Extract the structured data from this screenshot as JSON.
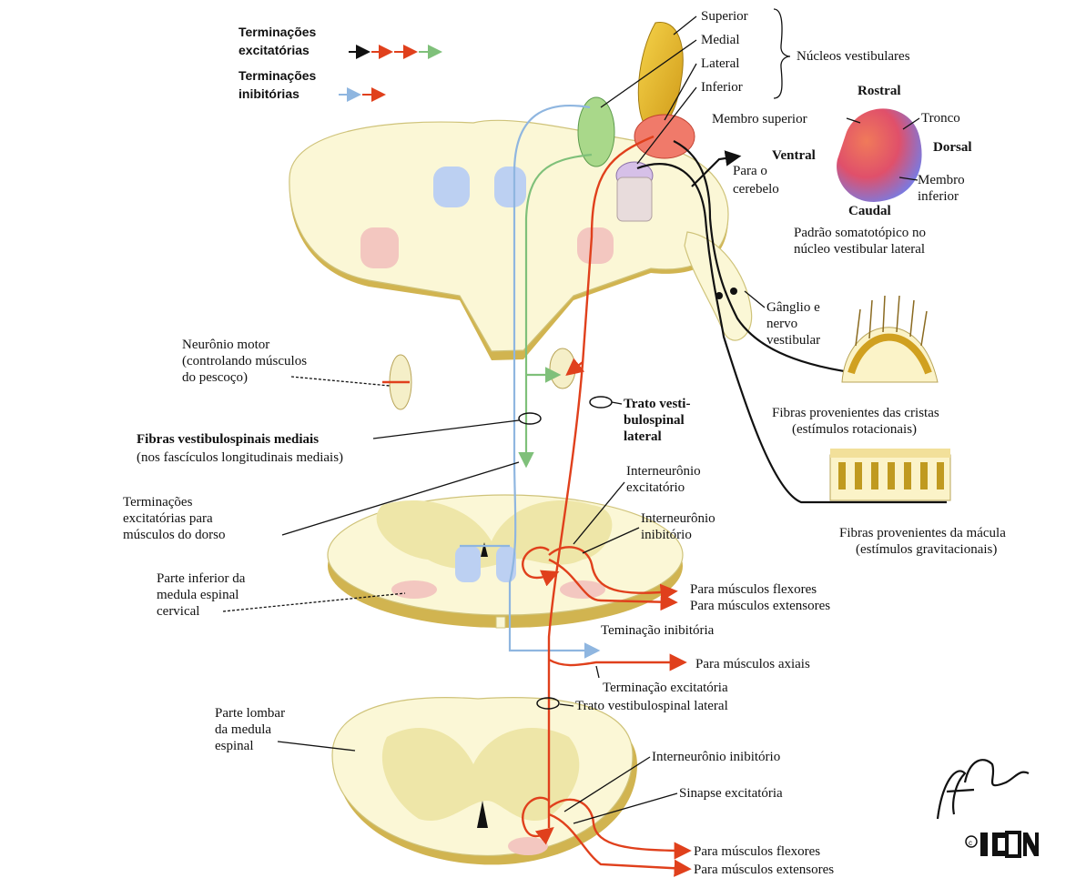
{
  "legend": {
    "excitatory": "Terminações\nexcitatórias",
    "inhibitory": "Terminações\ninibitórias",
    "colors": {
      "excitatory_red": "#e0401c",
      "excitatory_black": "#111111",
      "excitatory_green": "#7fc07a",
      "inhibitory_blue": "#8fb6e0",
      "inhibitory_red": "#e0401c"
    }
  },
  "nuclei": {
    "superior": "Superior",
    "medial": "Medial",
    "lateral": "Lateral",
    "inferior": "Inferior",
    "group": "Núcleos vestibulares"
  },
  "somatotopic": {
    "rostral": "Rostral",
    "caudal": "Caudal",
    "ventral": "Ventral",
    "dorsal": "Dorsal",
    "upper_limb": "Membro superior",
    "trunk": "Tronco",
    "lower_limb": "Membro\ninferior",
    "caption": "Padrão somatotópico no\nnúcleo vestibular lateral"
  },
  "labels": {
    "to_cerebellum": "Para o\ncerebelo",
    "ganglion": "Gânglio e\nnervo\nvestibular",
    "motor_neuron": "Neurônio motor\n(controlando músculos\ndo pescoço)",
    "lateral_tract": "Trato vesti-\nbulospinal\nlateral",
    "medial_fibers_bold": "Fibras vestibulospinais mediais",
    "medial_fibers_sub": "(nos fascículos longitudinais mediais)",
    "cristae": "Fibras provenientes das cristas\n(estímulos rotacionais)",
    "macula": "Fibras provenientes da mácula\n(estímulos gravitacionais)",
    "excit_interneuron": "Interneurônio\nexcitatório",
    "inhib_interneuron": "Interneurônio\ninibitório",
    "back_muscles": "Terminações\nexcitatórias para\nmúsculos do dorso",
    "cervical": "Parte inferior da\nmedula espinal\ncervical",
    "to_flexors_1": "Para músculos flexores",
    "to_extensors_1": "Para músculos extensores",
    "inhib_ending": "Teminação inibitória",
    "to_axial": "Para músculos axiais",
    "excit_ending": "Terminação excitatória",
    "lateral_tract_2": "Trato vestibulospinal lateral",
    "lumbar": "Parte lombar\nda medula\nespinal",
    "inhib_interneuron_2": "Interneurônio inibitório",
    "excit_synapse": "Sinapse excitatória",
    "to_flexors_2": "Para músculos flexores",
    "to_extensors_2": "Para músculos extensores"
  },
  "signature": {
    "artist": "F. Netter M.D.",
    "logo": "ICON"
  }
}
